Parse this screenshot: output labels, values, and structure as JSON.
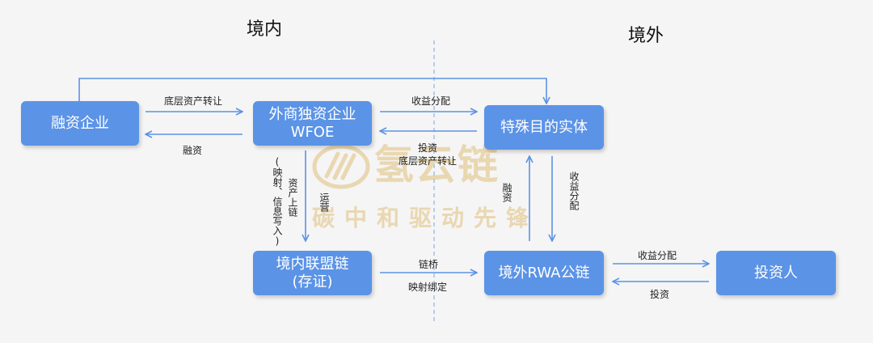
{
  "regions": {
    "domestic": "境内",
    "overseas": "境外"
  },
  "nodes": {
    "financing_company": "融资企业",
    "wfoe_line1": "外商独资企业",
    "wfoe_line2": "WFOE",
    "spv": "特殊目的实体",
    "domestic_chain_line1": "境内联盟链",
    "domestic_chain_line2": "(存证)",
    "overseas_rwa": "境外RWA公链",
    "investor": "投资人"
  },
  "edges": {
    "asset_transfer_1": "底层资产转让",
    "financing_1": "融资",
    "income_dist_1": "收益分配",
    "investment_1": "投资",
    "asset_transfer_2": "底层资产转让",
    "mapping_write": "(映射、信息写入)",
    "asset_onchain": "资产上链",
    "operation": "运营",
    "financing_2": "融资",
    "income_dist_2": "收益分配",
    "chain_bridge": "链桥",
    "mapping_binding": "映射绑定",
    "income_dist_3": "收益分配",
    "investment_2": "投资"
  },
  "watermark": {
    "brand": "氢云链",
    "slogan": "碳中和驱动先锋"
  },
  "colors": {
    "node": "#5b93e6",
    "arrow": "#5b93e6",
    "divider": "#9bbce8",
    "watermark": "#dcc28a"
  }
}
